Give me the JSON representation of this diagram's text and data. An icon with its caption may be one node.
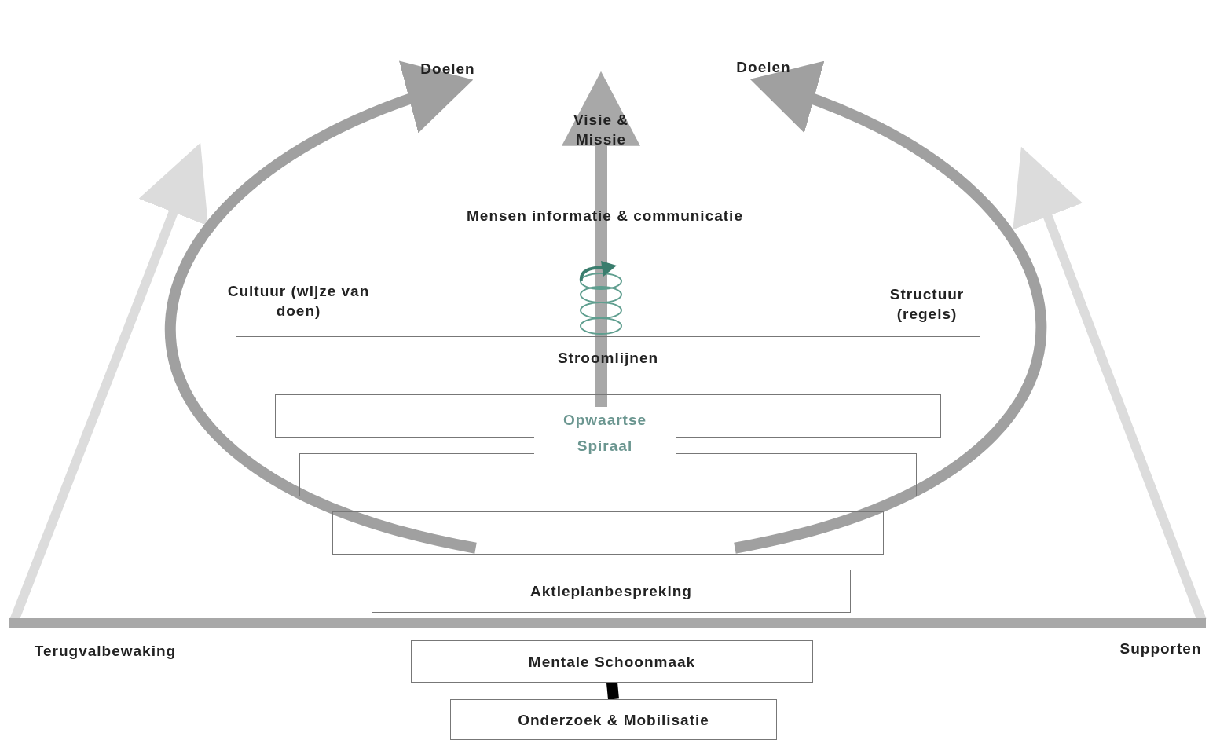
{
  "diagram": {
    "nodes": [
      {
        "text": [
          "Doelen"
        ]
      },
      {
        "text": [
          "Doelen"
        ]
      },
      {
        "text": [
          "Stroomlijnen"
        ]
      },
      {
        "text": [],
        "shape": "box"
      },
      {
        "text": [],
        "shape": "box"
      },
      {
        "text": [],
        "shape": "box"
      },
      {
        "text": [
          "Aktieplanbespreking"
        ]
      },
      {
        "text": [
          "Mentale Schoonmaak"
        ]
      },
      {
        "text": [
          "Onderzoek & Mobilisatie"
        ]
      }
    ],
    "edges": [
      {
        "from": 5,
        "to": 0,
        "arrow": "to"
      },
      {
        "from": 5,
        "to": 1,
        "arrow": "to"
      },
      {
        "from": 7,
        "to": 8,
        "arrow": "none",
        "color": "#000000"
      }
    ],
    "labels": [
      "Visie & Missie",
      "Mensen informatie & communicatie",
      "Cultuur (wijze van doen)",
      "Structuur (regels)",
      "Opwaartse Spiraal",
      "Terugvalbewaking",
      "Supporten"
    ]
  }
}
